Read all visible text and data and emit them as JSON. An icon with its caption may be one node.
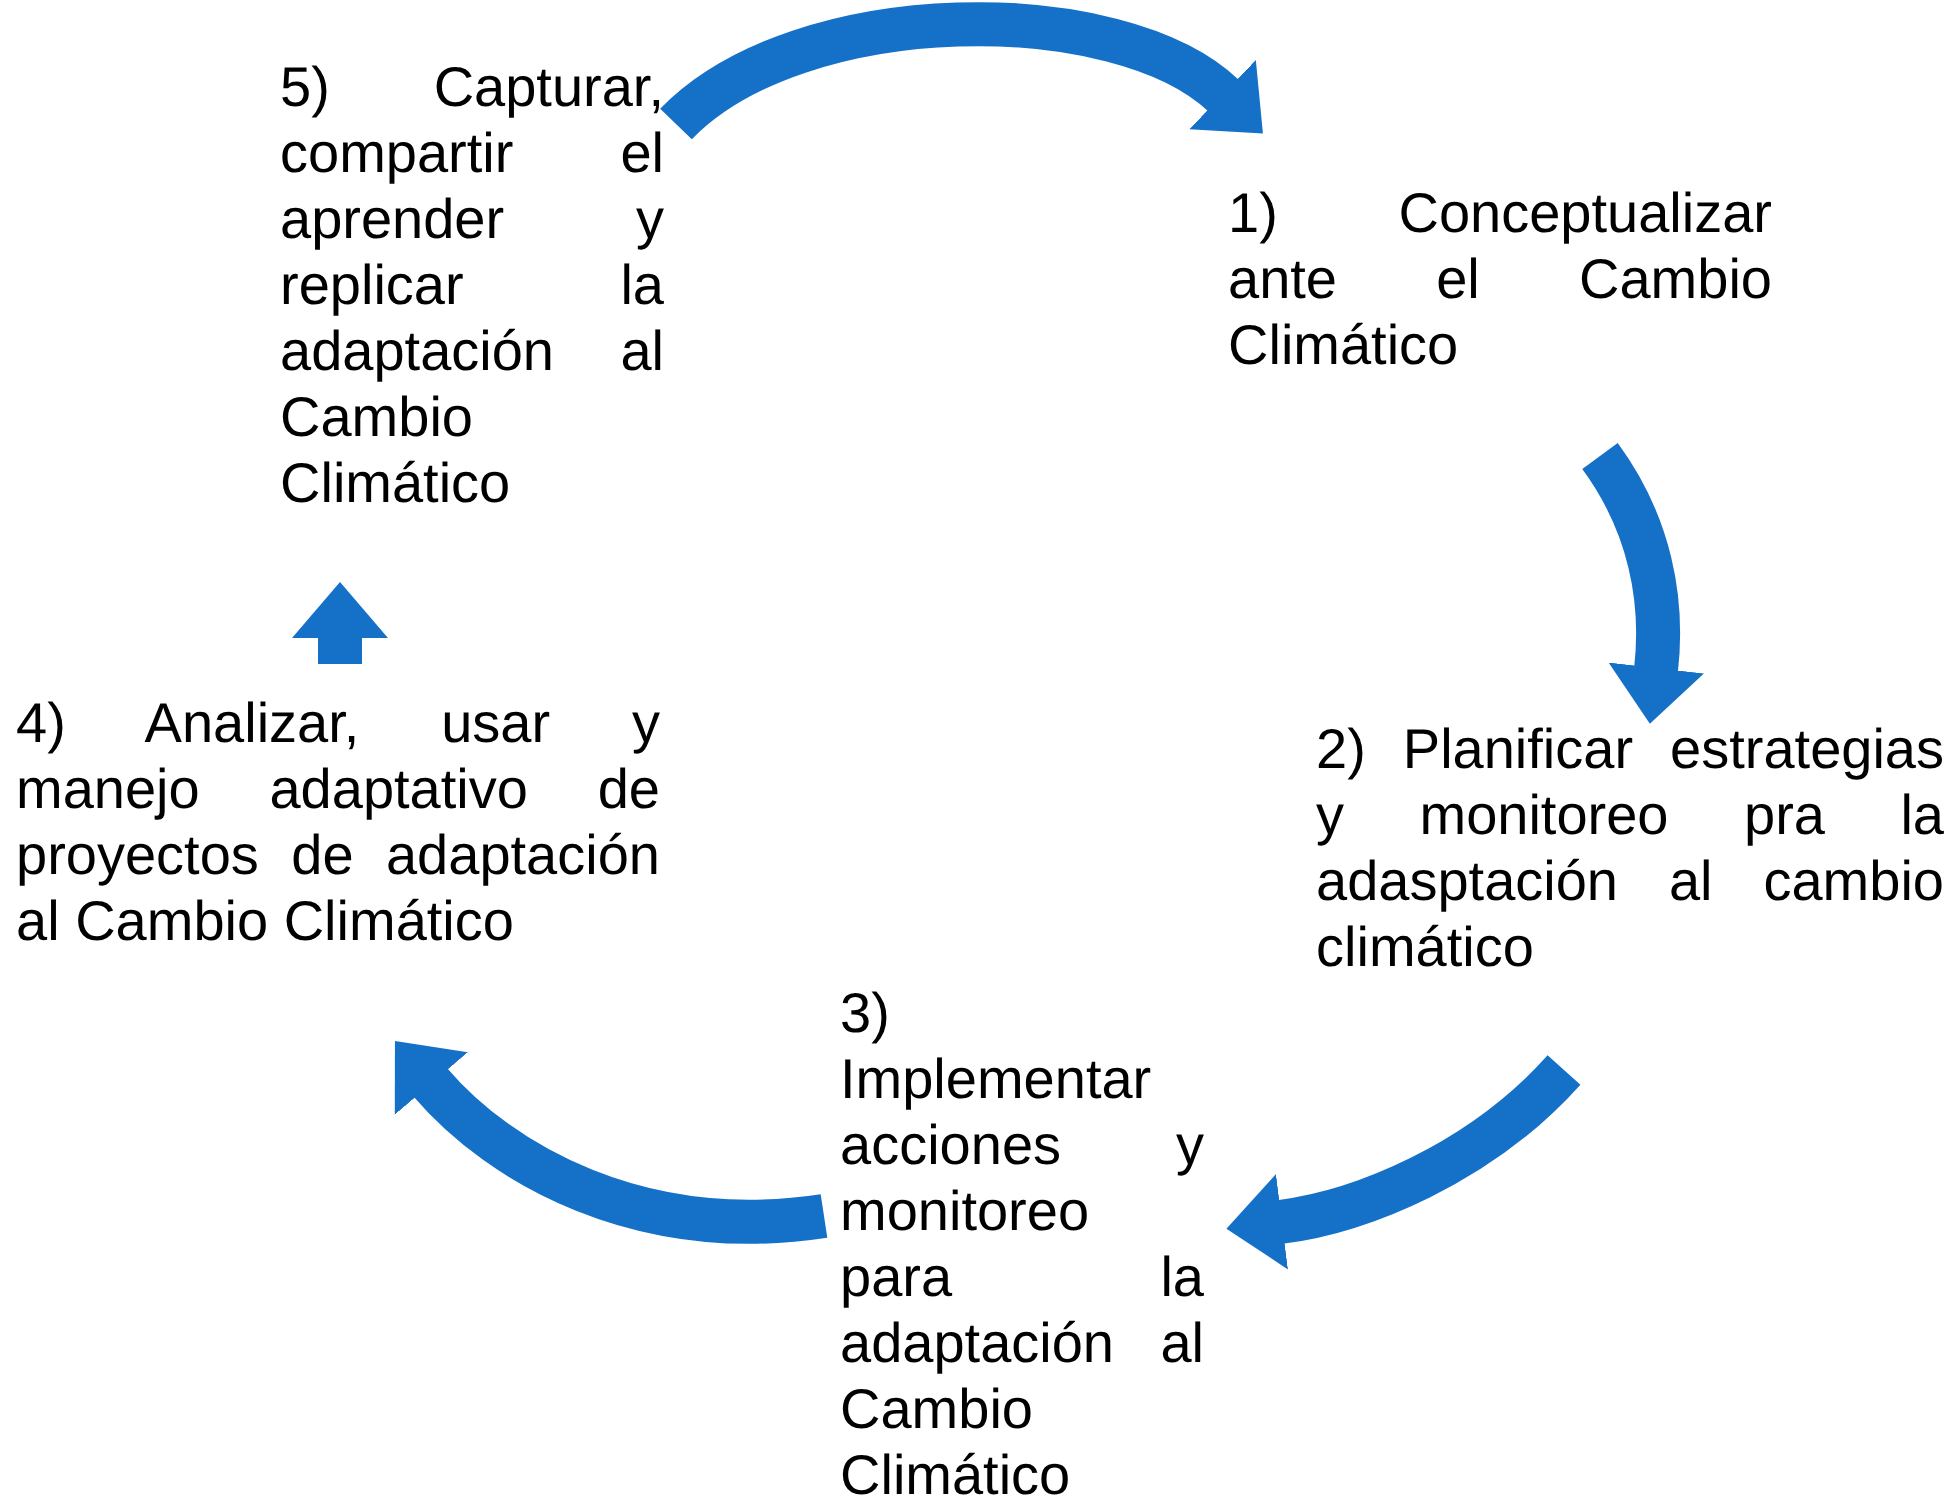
{
  "diagram": {
    "nodes": [
      {
        "text": [
          "1) Conceptualizar ante el Cambio Climático"
        ]
      },
      {
        "text": [
          "2) Planificar estrategias y monitoreo pra la adasptación al cambio climático"
        ]
      },
      {
        "text": [
          "3) Implementar acciones y monitoreo para la adaptación al Cambio Climático"
        ]
      },
      {
        "text": [
          "4) Analizar, usar y manejo adaptativo de proyectos de adaptación al Cambio Climático"
        ]
      },
      {
        "text": [
          "5) Capturar, compartir el aprender y replicar la adaptación al Cambio Climático"
        ]
      }
    ],
    "edges": [
      {
        "from": 4,
        "to": 0,
        "arrow": "to"
      },
      {
        "from": 0,
        "to": 1,
        "arrow": "to"
      },
      {
        "from": 1,
        "to": 2,
        "arrow": "to"
      },
      {
        "from": 2,
        "to": 3,
        "arrow": "to"
      },
      {
        "from": 3,
        "to": 4,
        "arrow": "to"
      }
    ]
  }
}
